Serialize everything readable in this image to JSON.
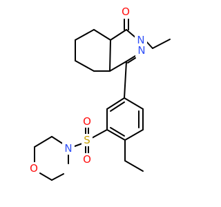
{
  "molecule": {
    "type": "skeletal-formula",
    "atom_labels": {
      "carbonyl_oxygen": {
        "text": "O",
        "color": "#ff0d0d"
      },
      "n2": {
        "text": "N",
        "color": "#3050f8"
      },
      "n3": {
        "text": "N",
        "color": "#3050f8"
      },
      "sulfur": {
        "text": "S",
        "color": "#c8a000"
      },
      "sulfonyl_oxygen_top": {
        "text": "O",
        "color": "#ff0d0d"
      },
      "sulfonyl_oxygen_bottom": {
        "text": "O",
        "color": "#ff0d0d"
      },
      "morpholine_n": {
        "text": "N",
        "color": "#3050f8"
      },
      "morpholine_o": {
        "text": "O",
        "color": "#ff0d0d"
      }
    },
    "colors": {
      "bond": "#000000",
      "background": "#ffffff"
    }
  }
}
